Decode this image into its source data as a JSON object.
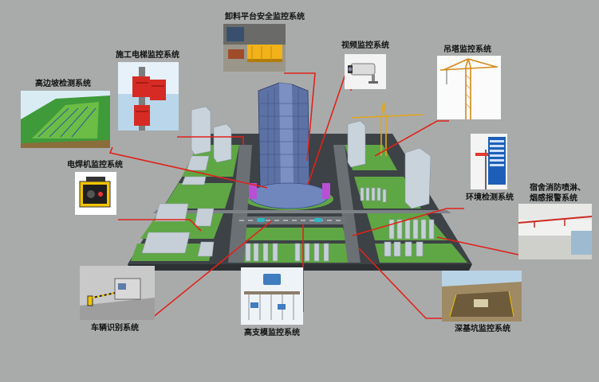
{
  "systems": {
    "unloading_platform": "卸料平台安全监控系统",
    "elevator": "施工电梯监控系统",
    "video": "视频监控系统",
    "tower_crane": "吊塔监控系统",
    "high_slope": "高边坡检测系统",
    "welder": "电焊机监控系统",
    "environment": "环境检测系统",
    "dorm_fire_line1": "宿舍消防喷淋、",
    "dorm_fire_line2": "烟感报警系统",
    "vehicle_id": "车辆识别系统",
    "formwork": "高支模监控系统",
    "foundation_pit": "深基坑监控系统"
  },
  "colors": {
    "background": "#a9abab",
    "leader_line": "#e0231a",
    "ground": "#3f4448",
    "lawn": "#5fa645",
    "road": "#6b7075",
    "building": "#bcc8d4"
  }
}
